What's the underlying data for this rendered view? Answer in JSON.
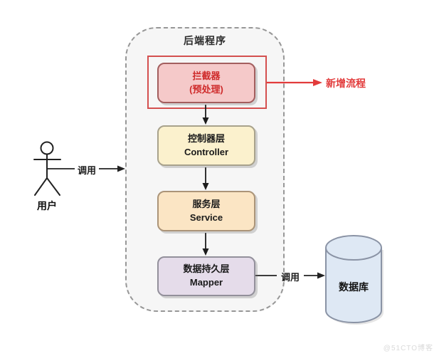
{
  "page": {
    "watermark": "@51CTO博客"
  },
  "actor": {
    "label": "用户",
    "call_label": "调用"
  },
  "backend": {
    "title": "后端程序",
    "container_fill": "#f6f6f6",
    "highlight_border": "#d4504f",
    "layers": [
      {
        "id": "interceptor",
        "line1": "拦截器",
        "line2": "(预处理)",
        "fill": "#f5c9c9",
        "border": "#a35e5e",
        "text_color": "#cf2b2b"
      },
      {
        "id": "controller",
        "line1": "控制器层",
        "line2": "Controller",
        "fill": "#fbf1cd",
        "border": "#a8a28c",
        "text_color": "#1a1a1a"
      },
      {
        "id": "service",
        "line1": "服务层",
        "line2": "Service",
        "fill": "#fbe5c4",
        "border": "#ab9478",
        "text_color": "#1a1a1a"
      },
      {
        "id": "mapper",
        "line1": "数据持久层",
        "line2": "Mapper",
        "fill": "#e5dcea",
        "border": "#93909b",
        "text_color": "#1a1a1a"
      }
    ]
  },
  "annotation": {
    "label": "新增流程",
    "color": "#e23b3b"
  },
  "database": {
    "label": "数据库",
    "call_label": "调用",
    "fill": "#dee8f4",
    "stroke": "#8a93a5"
  }
}
